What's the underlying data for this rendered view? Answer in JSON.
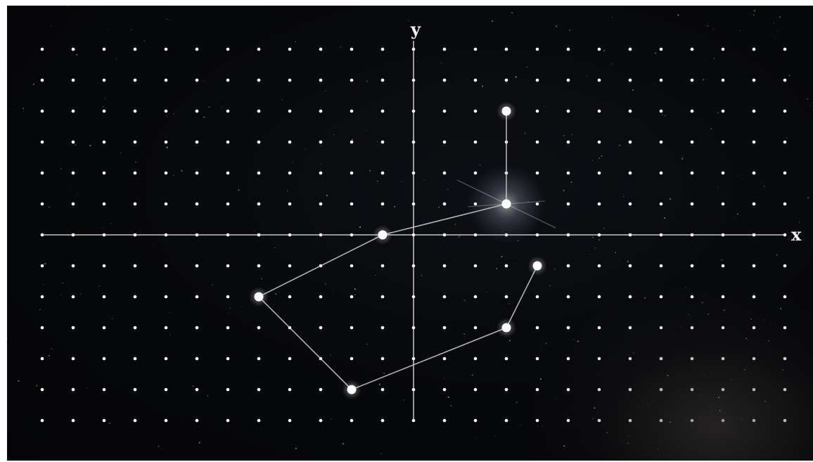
{
  "axes": {
    "x_label": "x",
    "y_label": "y"
  },
  "colors": {
    "background": "#06070a",
    "grid_dot": "#ffffff",
    "axis": "#e8e8e8",
    "line": "#cfcfcf",
    "star": "#ffffff",
    "glow": "#9aa3b8"
  },
  "chart_data": {
    "type": "scatter",
    "grid": {
      "x_range": [
        -12,
        12
      ],
      "y_range": [
        -6,
        6
      ],
      "dots": true
    },
    "constellation": {
      "points": [
        {
          "x": 3,
          "y": 4
        },
        {
          "x": 3,
          "y": 1
        },
        {
          "x": -1,
          "y": 0
        },
        {
          "x": -5,
          "y": -2
        },
        {
          "x": -2,
          "y": -5
        },
        {
          "x": 3,
          "y": -3
        },
        {
          "x": 4,
          "y": -1
        }
      ],
      "bright_star_index": 1
    }
  }
}
